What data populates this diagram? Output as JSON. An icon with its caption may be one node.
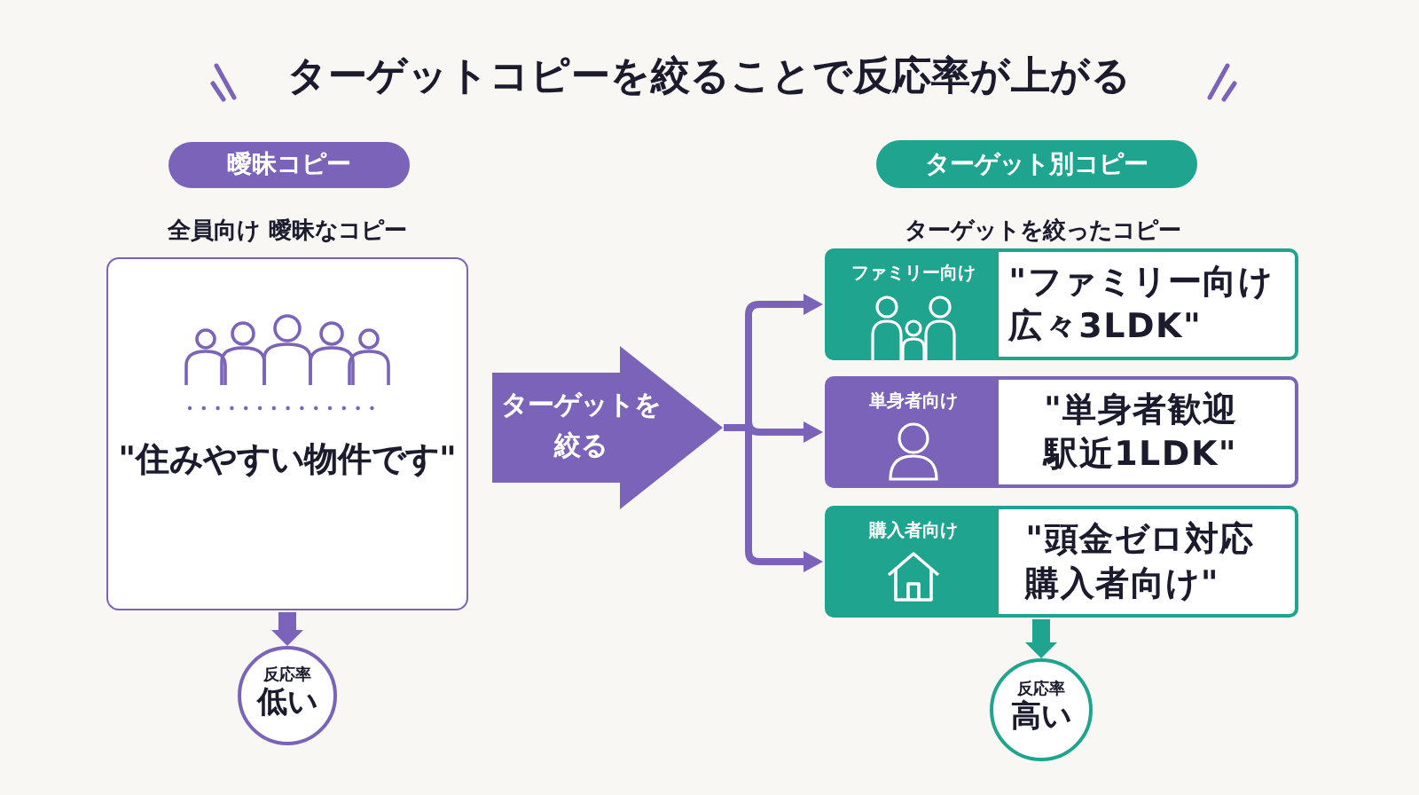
{
  "diagram": {
    "title": "ターゲットコピーを絞ることで反応率が上がる",
    "nodes": [
      {
        "text": [
          "曖昧コピー"
        ]
      },
      {
        "text": [
          "\"住みやすい物件です\""
        ]
      },
      {
        "text": [
          "反応率",
          "低い"
        ]
      },
      {
        "text": [
          "ターゲットを絞る"
        ]
      },
      {
        "text": [
          "ターゲット別コピー"
        ]
      },
      {
        "text": [
          "ファミリー向け",
          "\"ファミリー向け広々3LDK\""
        ]
      },
      {
        "text": [
          "単身者向け",
          "\"単身者歓迎駅近1LDK\""
        ]
      },
      {
        "text": [
          "購入者向け",
          "\"頭金ゼロ対応購入者向け\""
        ]
      },
      {
        "text": [
          "反応率",
          "高い"
        ]
      }
    ],
    "edges": [
      {
        "from": 1,
        "to": 2,
        "arrow": "to",
        "style": "thick"
      },
      {
        "from": 3,
        "to": 5,
        "arrow": "to"
      },
      {
        "from": 3,
        "to": 6,
        "arrow": "to"
      },
      {
        "from": 3,
        "to": 7,
        "arrow": "to"
      },
      {
        "from": 7,
        "to": 8,
        "arrow": "to",
        "style": "thick",
        "color": "#1fa58f"
      }
    ],
    "labels": [
      "全員向け 曖昧なコピー",
      "ターゲットを絞ったコピー"
    ]
  }
}
